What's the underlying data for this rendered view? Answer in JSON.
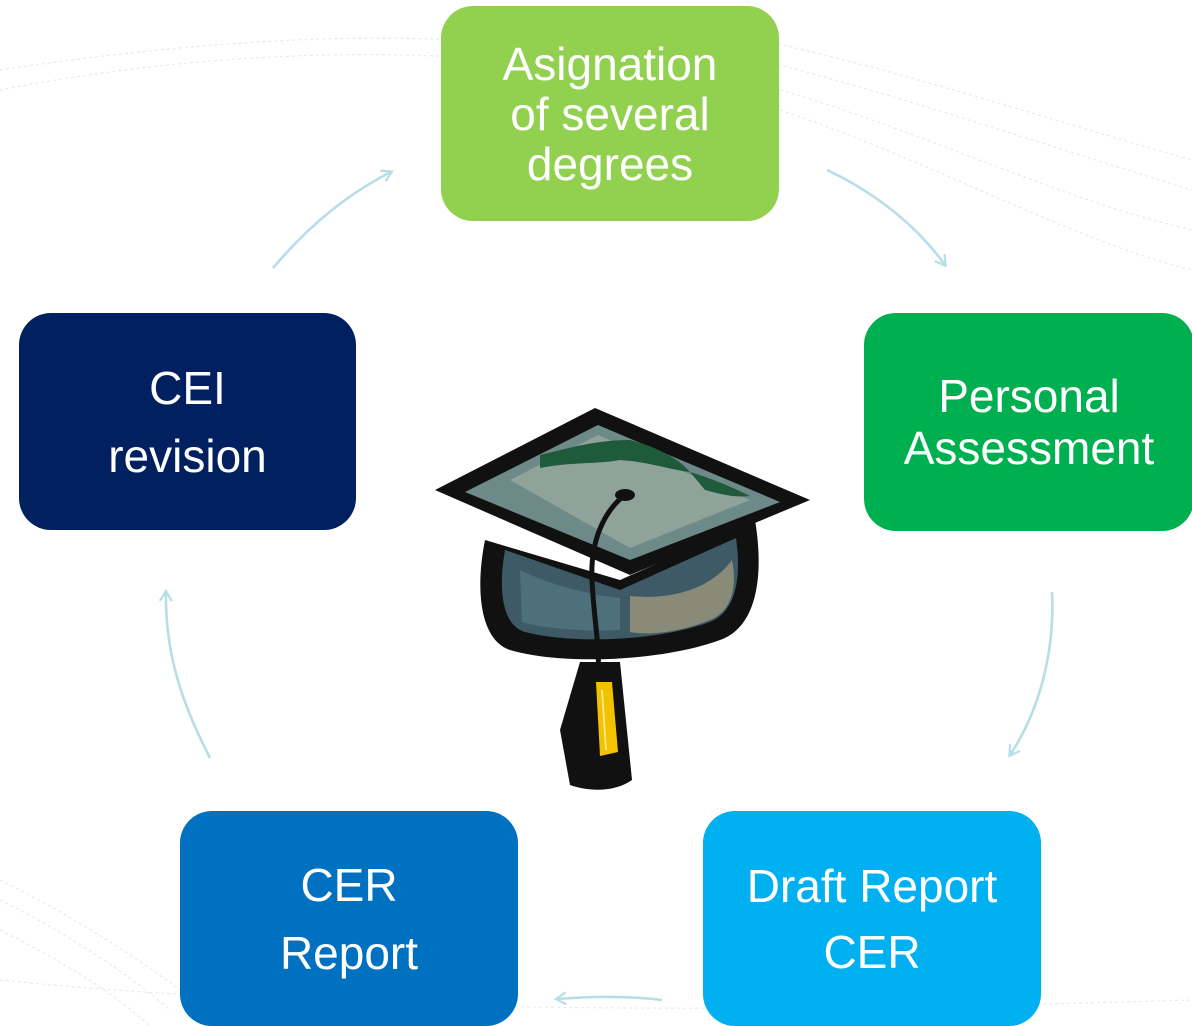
{
  "diagram": {
    "nodes": [
      {
        "id": "top",
        "lines": [
          "Asignation",
          "of several",
          "degrees"
        ],
        "color": "#92d050"
      },
      {
        "id": "right",
        "lines": [
          "Personal",
          "Assessment"
        ],
        "color": "#00b050"
      },
      {
        "id": "bottom-right",
        "lines": [
          "Draft Report",
          "CER"
        ],
        "color": "#00b0f0"
      },
      {
        "id": "bottom-left",
        "lines": [
          "CER",
          "Report"
        ],
        "color": "#0070c0"
      },
      {
        "id": "left",
        "lines": [
          "CEI",
          "revision"
        ],
        "color": "#002060"
      }
    ],
    "edges": [
      {
        "from": "top",
        "to": "right"
      },
      {
        "from": "right",
        "to": "bottom-right"
      },
      {
        "from": "bottom-right",
        "to": "bottom-left"
      },
      {
        "from": "bottom-left",
        "to": "left"
      },
      {
        "from": "left",
        "to": "top"
      }
    ],
    "arrow_color": "#b7dde8",
    "center_icon": "graduation-cap-icon"
  }
}
